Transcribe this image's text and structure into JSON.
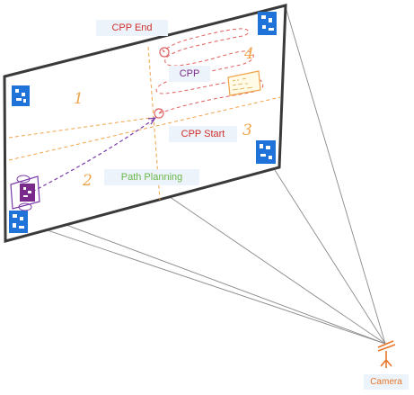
{
  "labels": {
    "cpp_end": "CPP End",
    "cpp": "CPP",
    "cpp_start": "CPP Start",
    "path_planning": "Path Planning",
    "camera": "Camera"
  },
  "region_numbers": [
    "1",
    "2",
    "3",
    "4"
  ],
  "colors": {
    "frame": "#3a3a3a",
    "marker": "#1f73d8",
    "orange_path": "#f0a44a",
    "red_path": "#e06060",
    "purple_path": "#7a3aa8",
    "sight_lines": "#8a8a8a",
    "label_red": "#d0302a",
    "label_purple": "#7a2a8a",
    "label_green": "#6bb84a",
    "label_orange": "#e8762a",
    "label_bg": "#ecf3fb"
  },
  "icons": [
    "fiducial-marker-icon",
    "robot-icon",
    "camera-icon",
    "sticky-note-icon"
  ]
}
